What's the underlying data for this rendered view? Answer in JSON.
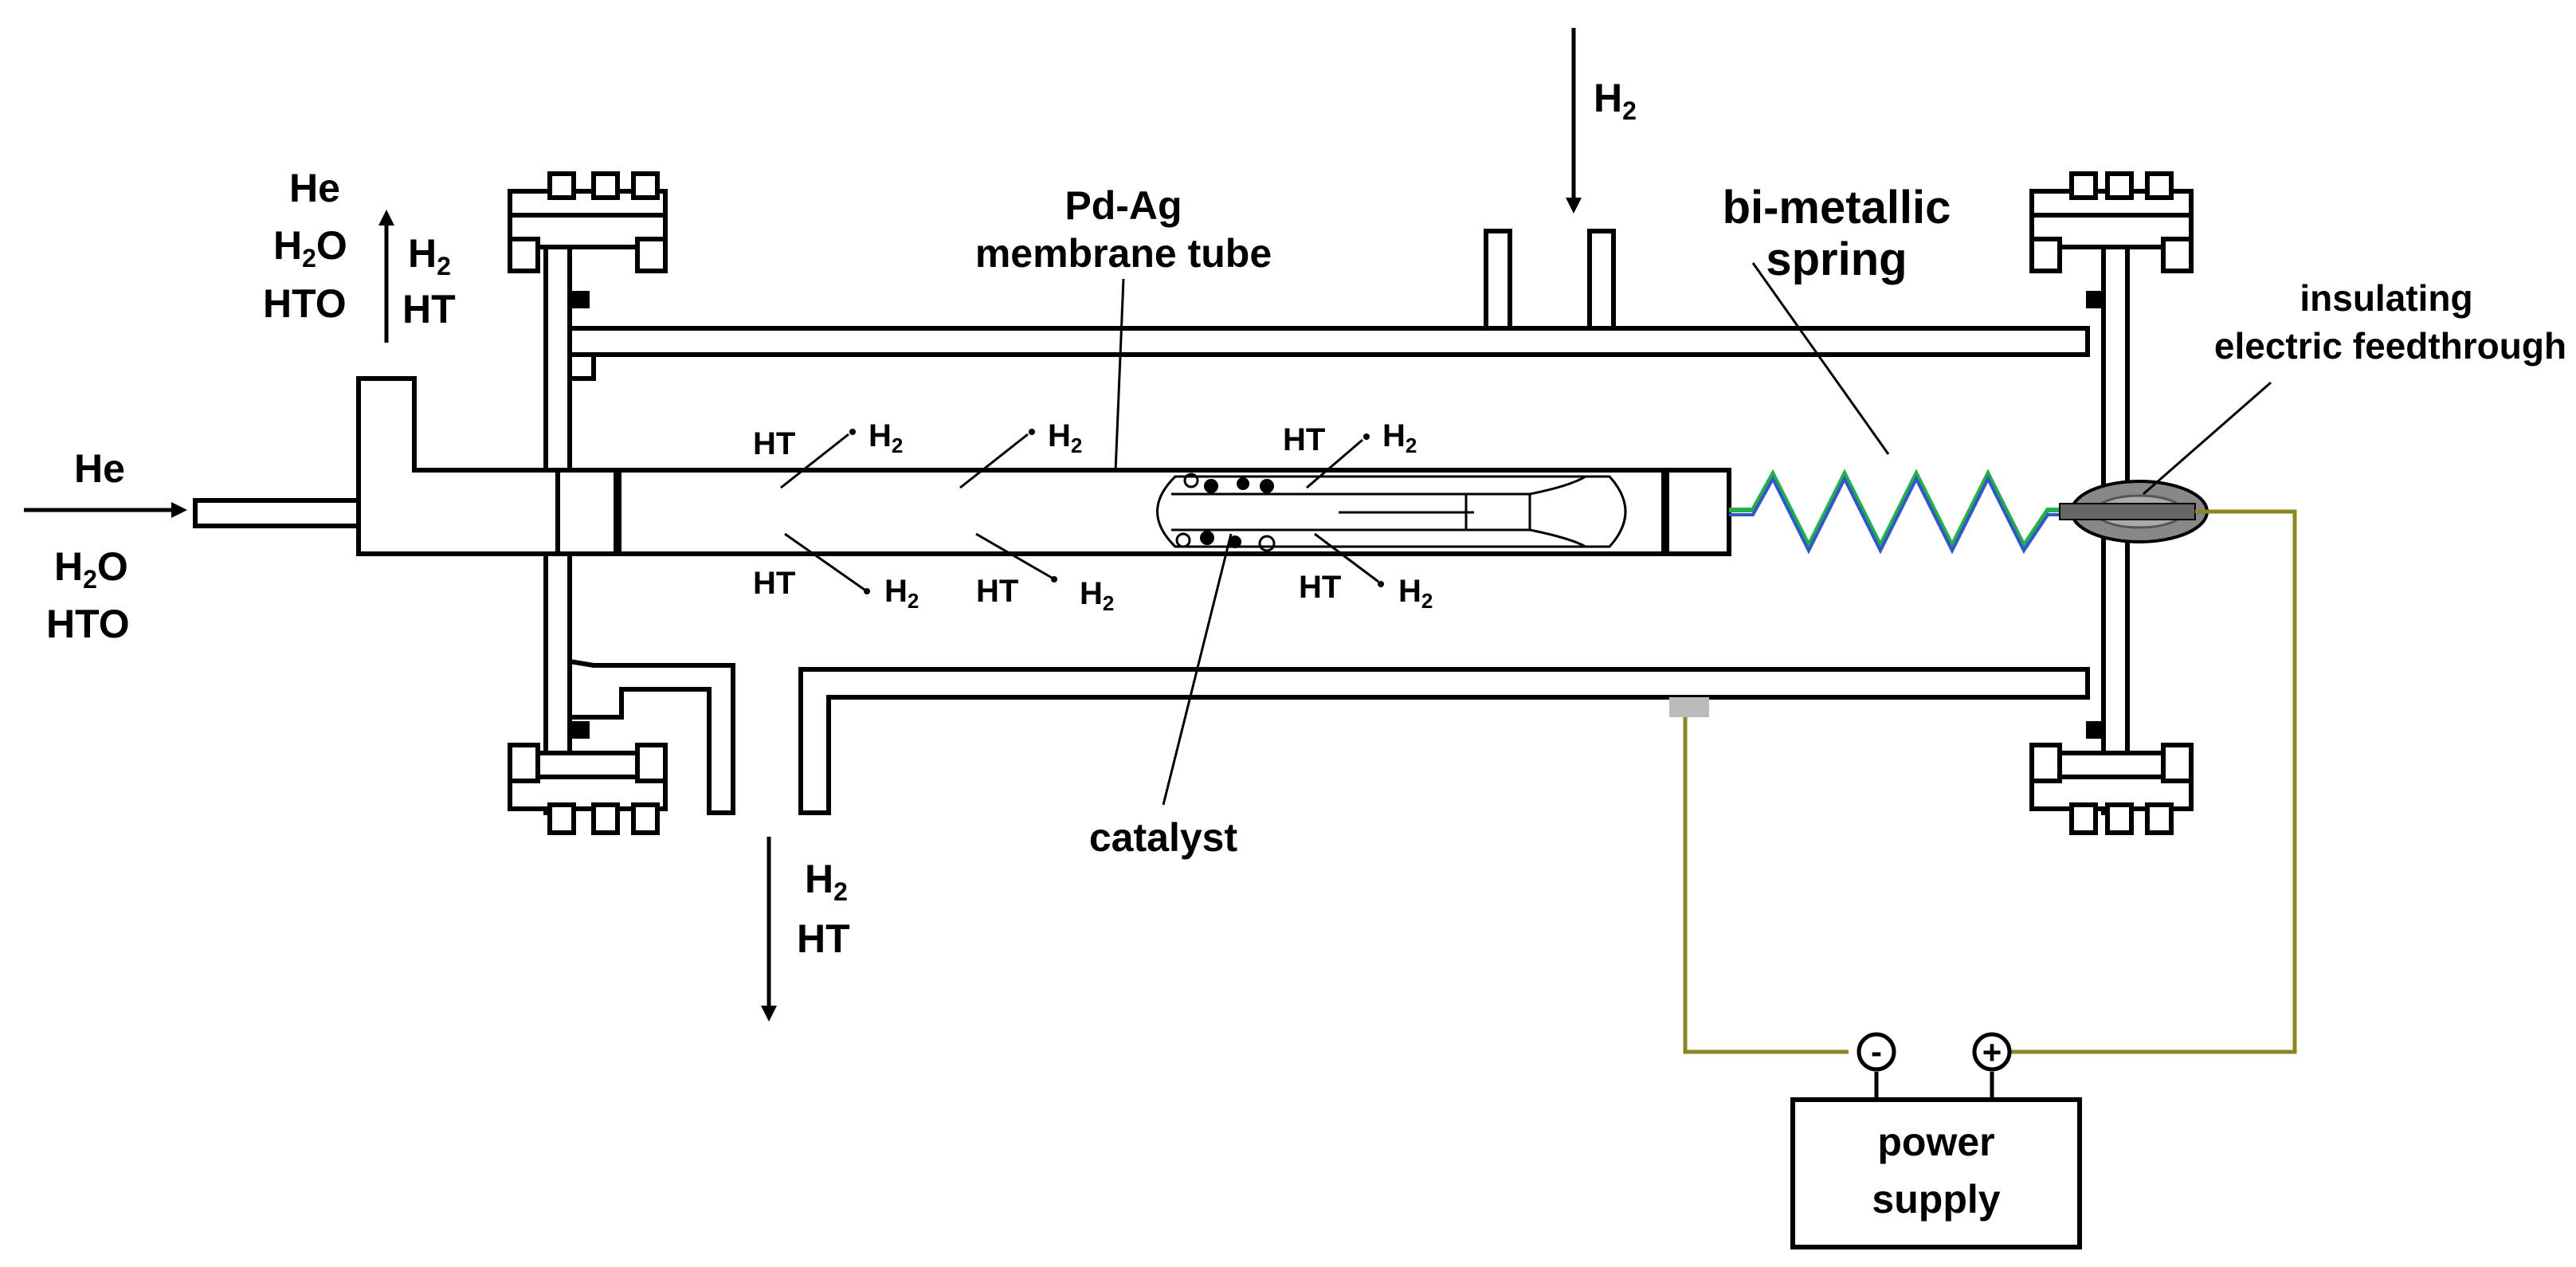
{
  "labels": {
    "he_out": "He",
    "h2o_out": "H",
    "h2o_out_sub": "2",
    "h2o_out_tail": "O",
    "hto_out": "HTO",
    "h2_outlet_top": "H",
    "h2_outlet_top_sub": "2",
    "ht_outlet_top": "HT",
    "he_in": "He",
    "h2o_in": "H",
    "h2o_in_sub": "2",
    "h2o_in_tail": "O",
    "hto_in": "HTO",
    "h2_top": "H",
    "h2_top_sub": "2",
    "pdag_line1": "Pd-Ag",
    "pdag_line2": "membrane tube",
    "spring_line1": "bi-metallic",
    "spring_line2": "spring",
    "feed_line1": "insulating",
    "feed_line2": "electric feedthrough",
    "catalyst": "catalyst",
    "h2_bottom": "H",
    "h2_bottom_sub": "2",
    "ht_bottom": "HT",
    "power_line1": "power",
    "power_line2": "supply",
    "minus": "-",
    "plus": "+",
    "ht_inner": "HT",
    "h2_inner": "H",
    "h2_inner_sub": "2"
  },
  "colors": {
    "spring_green": "#22b04a",
    "spring_blue": "#3355cc",
    "wire": "#8b8622",
    "feedthrough": "#888888",
    "connector": "#bbbbbb"
  }
}
